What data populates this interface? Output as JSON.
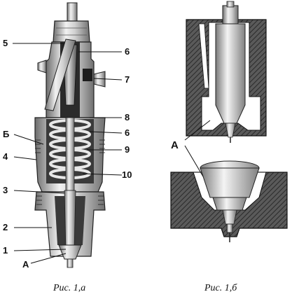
{
  "figure_a": {
    "caption": "Рис. 1,а",
    "callouts_left": [
      "5",
      "Б",
      "4",
      "3",
      "2",
      "1",
      "А"
    ],
    "callouts_right": [
      "6",
      "7",
      "8",
      "6",
      "9",
      "10"
    ]
  },
  "figure_b": {
    "caption": "Рис. 1,б",
    "callout": "А"
  }
}
